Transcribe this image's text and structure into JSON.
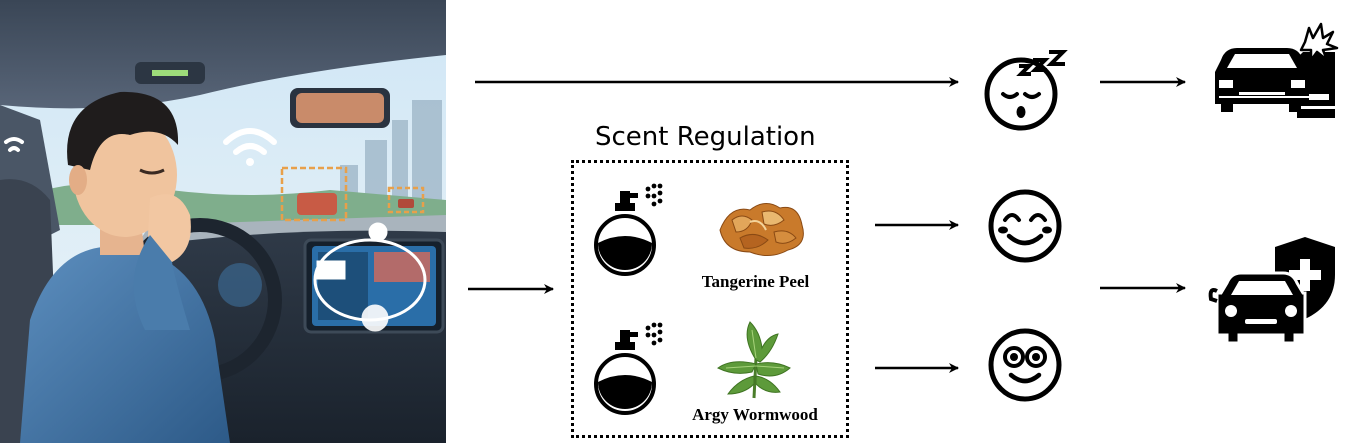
{
  "figure": {
    "scene_description_alt": "",
    "scent_box": {
      "title": "Scent Regulation",
      "items": [
        {
          "label": "Tangerine Peel",
          "icon": "perfume-bottle-icon",
          "image": "tangerine-peel-image"
        },
        {
          "label": "Argy Wormwood",
          "icon": "perfume-bottle-icon",
          "image": "argy-wormwood-image"
        }
      ]
    },
    "states": [
      {
        "icon": "sleepy-face-icon"
      },
      {
        "icon": "smiling-face-icon"
      },
      {
        "icon": "alert-face-icon"
      }
    ],
    "outcomes": [
      {
        "icon": "car-crash-icon"
      },
      {
        "icon": "car-safety-shield-icon"
      }
    ],
    "colors": {
      "stroke": "#000000",
      "tangerine": "#c97a2b",
      "wormwood": "#5d9a3a",
      "hud_orange": "#e8a04a",
      "screen_blue": "#2a6ea8"
    }
  }
}
